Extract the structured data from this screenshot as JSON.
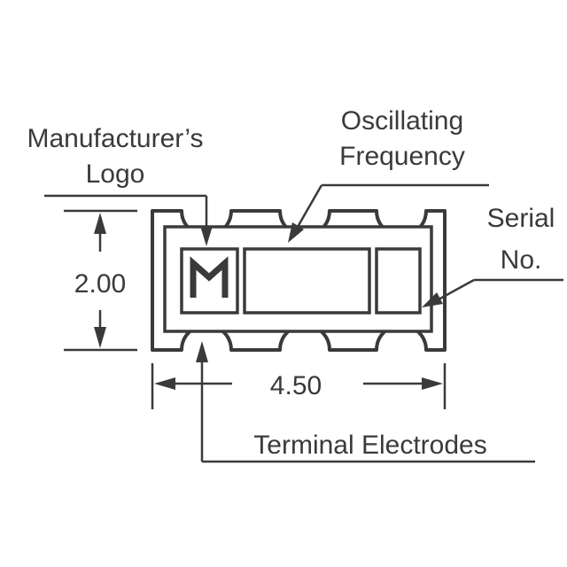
{
  "labels": {
    "manufacturer_logo_line1": "Manufacturer’s",
    "manufacturer_logo_line2": "Logo",
    "oscillating_line1": "Oscillating",
    "oscillating_line2": "Frequency",
    "serial_line1": "Serial",
    "serial_line2": "No.",
    "height_dimension": "2.00",
    "width_dimension": "4.50",
    "terminal_electrodes": "Terminal Electrodes"
  },
  "logo_icon": "m-logo-icon",
  "colors": {
    "stroke": "#3a3a3a",
    "background": "#ffffff"
  }
}
